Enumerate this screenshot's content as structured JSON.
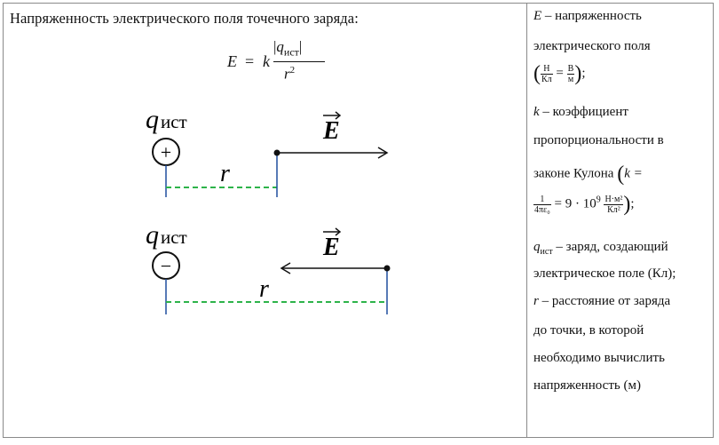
{
  "left": {
    "heading": "Напряженность электрического поля точечного заряда:",
    "formula": {
      "lhs": "E",
      "equals": "=",
      "k": "k",
      "numerator_q": "q",
      "numerator_sub": "ист",
      "denominator": "r",
      "denominator_exp": "2"
    },
    "diagram_top": {
      "charge_label": "q",
      "charge_sub": "ист",
      "charge_sign": "+",
      "vector_label": "E",
      "distance_label": "r"
    },
    "diagram_bottom": {
      "charge_label": "q",
      "charge_sub": "ист",
      "charge_sign": "−",
      "vector_label": "E",
      "distance_label": "r"
    }
  },
  "right": {
    "l1_sym": "E",
    "l1_text": " – напряженность",
    "l2": "электрического поля",
    "l3_units": {
      "n1": "Н",
      "d1": "Кл",
      "eq": "=",
      "n2": "В",
      "d2": "м",
      "tail": ");"
    },
    "l4_sym": "k",
    "l4_text": " – коэффициент",
    "l5": "пропорциональности в",
    "l6": "законе Кулона",
    "l6_tail": "k =",
    "l7": {
      "n1": "1",
      "d1": "4πε₀",
      "eq": "= 9 · 10",
      "exp": "9",
      "n2": "Н·м²",
      "d2": "Кл²",
      "tail": ");"
    },
    "l8_sym": "q",
    "l8_sub": "ист",
    "l8_text": " – заряд,  создающий",
    "l9": "электрическое поле (Кл);",
    "l10_sym": "r",
    "l10_text": " – расстояние от заряда",
    "l11": "до точки, в которой",
    "l12": "необходимо вычислить",
    "l13": "напряженность (м)"
  }
}
